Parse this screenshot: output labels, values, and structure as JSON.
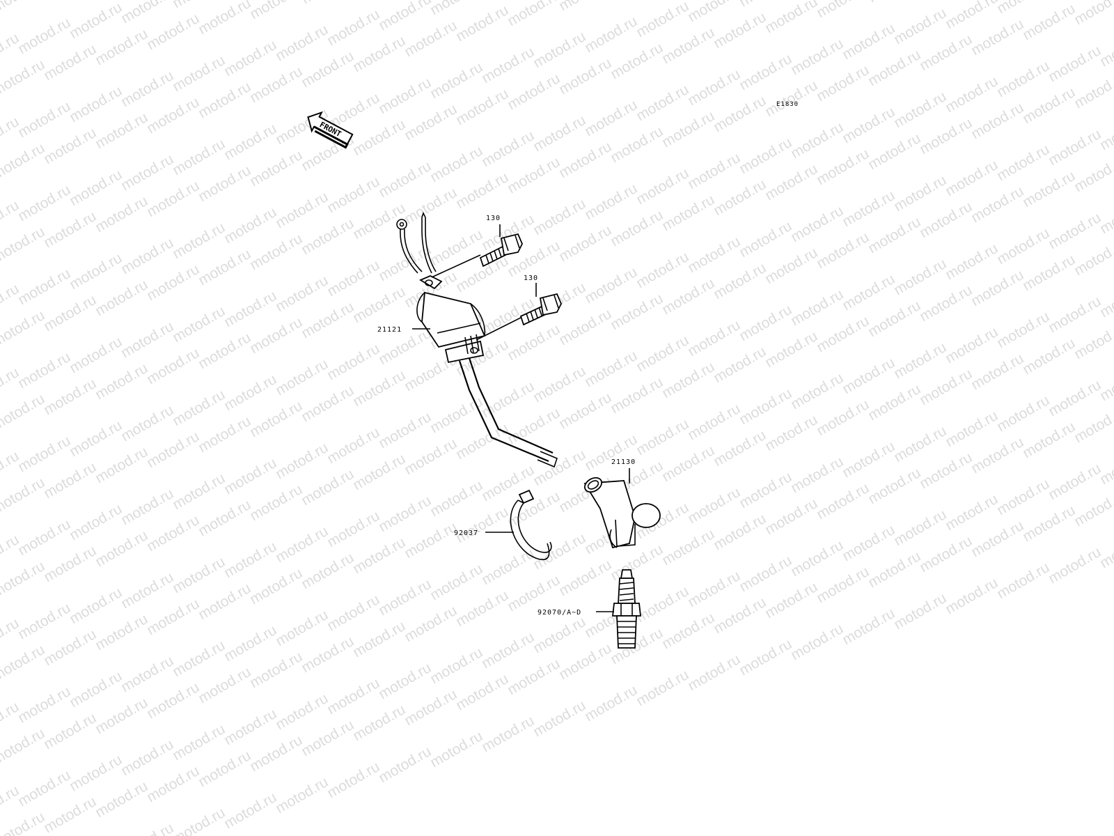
{
  "watermark": {
    "text": "motod.ru",
    "color": "#dcdcdc"
  },
  "diagram": {
    "code": "E1830",
    "front_label": "FRONT",
    "parts": [
      {
        "id": "bolt-upper",
        "label": "130"
      },
      {
        "id": "bolt-lower",
        "label": "130"
      },
      {
        "id": "ignition-coil",
        "label": "21121"
      },
      {
        "id": "plug-cap",
        "label": "21130"
      },
      {
        "id": "band-clamp",
        "label": "92037"
      },
      {
        "id": "spark-plug",
        "label": "92070/A~D"
      }
    ]
  }
}
